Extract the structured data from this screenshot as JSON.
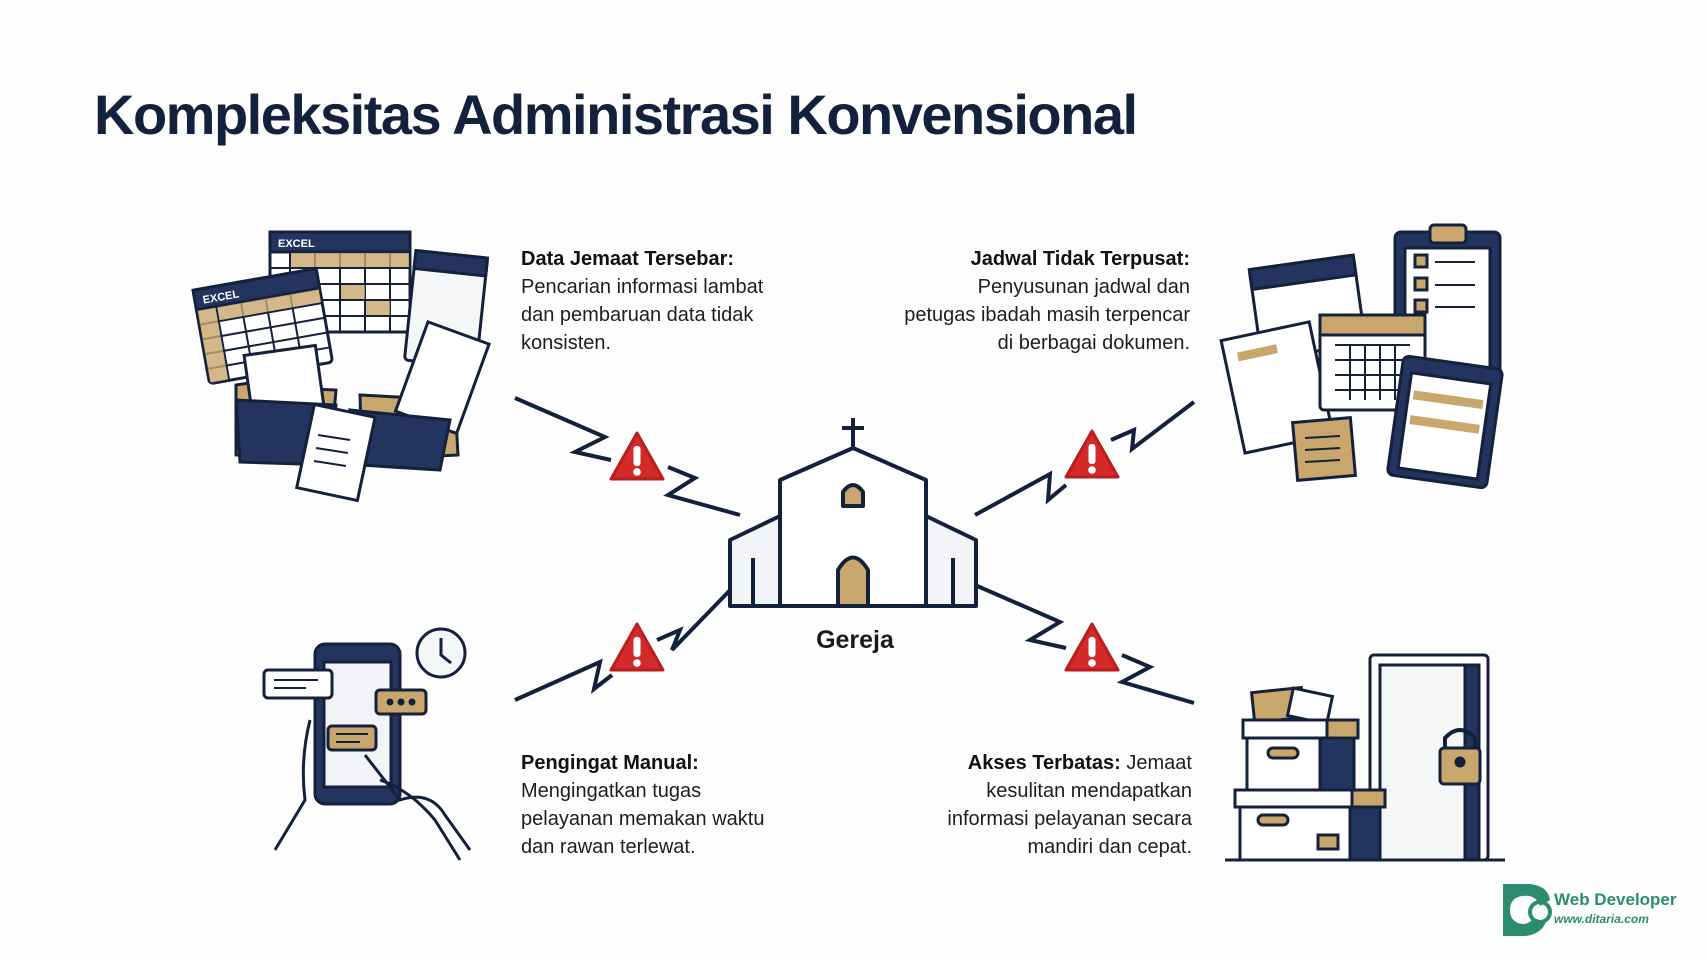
{
  "title": "Kompleksitas Administrasi Konvensional",
  "center": {
    "label": "Gereja",
    "icon": "church-icon"
  },
  "items": [
    {
      "position": "top-left",
      "heading": "Data Jemaat Tersebar:",
      "lines": [
        "Pencarian informasi lambat",
        "dan pembaruan data tidak",
        "konsisten."
      ],
      "icon": "scattered-spreadsheets-icon",
      "sheet_label": "EXCEL"
    },
    {
      "position": "top-right",
      "heading": "Jadwal Tidak Terpusat:",
      "lines": [
        "Penyusunan jadwal dan",
        "petugas ibadah masih terpencar",
        "di berbagai dokumen."
      ],
      "icon": "scattered-calendars-icon"
    },
    {
      "position": "bottom-left",
      "heading": "Pengingat Manual:",
      "lines": [
        "Mengingatkan tugas",
        "pelayanan memakan waktu",
        "dan rawan terlewat."
      ],
      "icon": "phone-messages-icon"
    },
    {
      "position": "bottom-right",
      "heading": "Akses Terbatas:",
      "heading_tail": " Jemaat",
      "lines": [
        "kesulitan mendapatkan",
        "informasi pelayanan secara",
        "mandiri dan cepat."
      ],
      "icon": "locked-door-boxes-icon"
    }
  ],
  "warning_icon": "warning-triangle-icon",
  "logo": {
    "title": "Web Developer",
    "url": "www.ditaria.com"
  },
  "colors": {
    "navy": "#14213d",
    "gold": "#c9a66b",
    "warning": "#d42a2a",
    "brand_green": "#2d8c6f"
  }
}
